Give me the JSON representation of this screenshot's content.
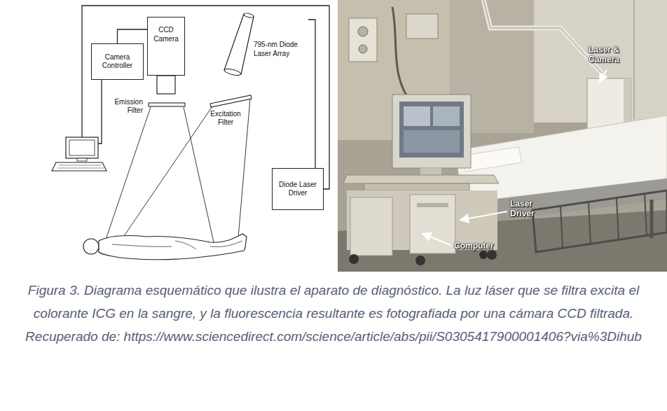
{
  "diagram": {
    "caption": "Figura 3. Diagrama esquemático que ilustra el aparato de diagnóstico. La luz láser que se filtra excita el colorante ICG en la sangre, y la fluorescencia resultante es fotografiada por una cámara CCD filtrada. Recuperado de: https://www.sciencedirect.com/science/article/abs/pii/S0305417900001406?via%3Dihub",
    "nodes": [
      {
        "text": [
          "Camera Controller"
        ]
      },
      {
        "text": [
          "CCD Camera"
        ]
      },
      {
        "text": [
          "795-nm Diode Laser Array"
        ]
      },
      {
        "text": [
          "Diode Laser Driver"
        ]
      }
    ],
    "edges": [
      {
        "from": 0,
        "to": 1,
        "arrow": "none"
      },
      {
        "from": 2,
        "to": 3,
        "arrow": "none"
      }
    ],
    "labels": [
      "Emission Filter",
      "Excitation Filter",
      "Laser & Camera",
      "Laser Driver",
      "Computer"
    ]
  }
}
